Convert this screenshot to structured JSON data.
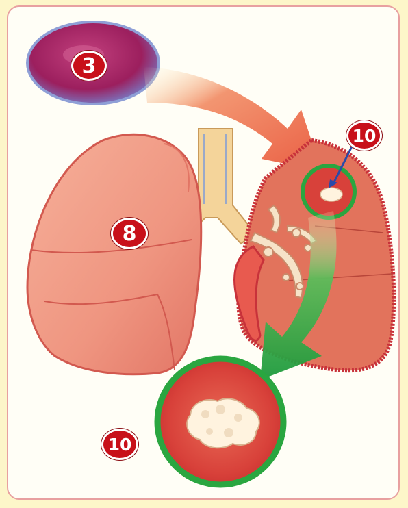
{
  "labels": {
    "cell": "3",
    "lung": "8",
    "tumor_small": "10",
    "tumor_zoom": "10"
  },
  "colors": {
    "background": "#fdf6c9",
    "frame": "#e8a0a0",
    "badge": "#c8101a",
    "lung_healthy": "#f09a85",
    "lung_section": "#e2735c",
    "lung_edge": "#c8323a",
    "trachea": "#f4d49a",
    "orange_arrow": "#e9563a",
    "green_arrow": "#1d9a3c",
    "tumor_ring": "#2aa640",
    "cell": "#9c1f5e"
  },
  "icons": {
    "cell": "cell-icon",
    "arrow_in": "orange-arrow-icon",
    "arrow_out": "green-arrow-icon"
  }
}
